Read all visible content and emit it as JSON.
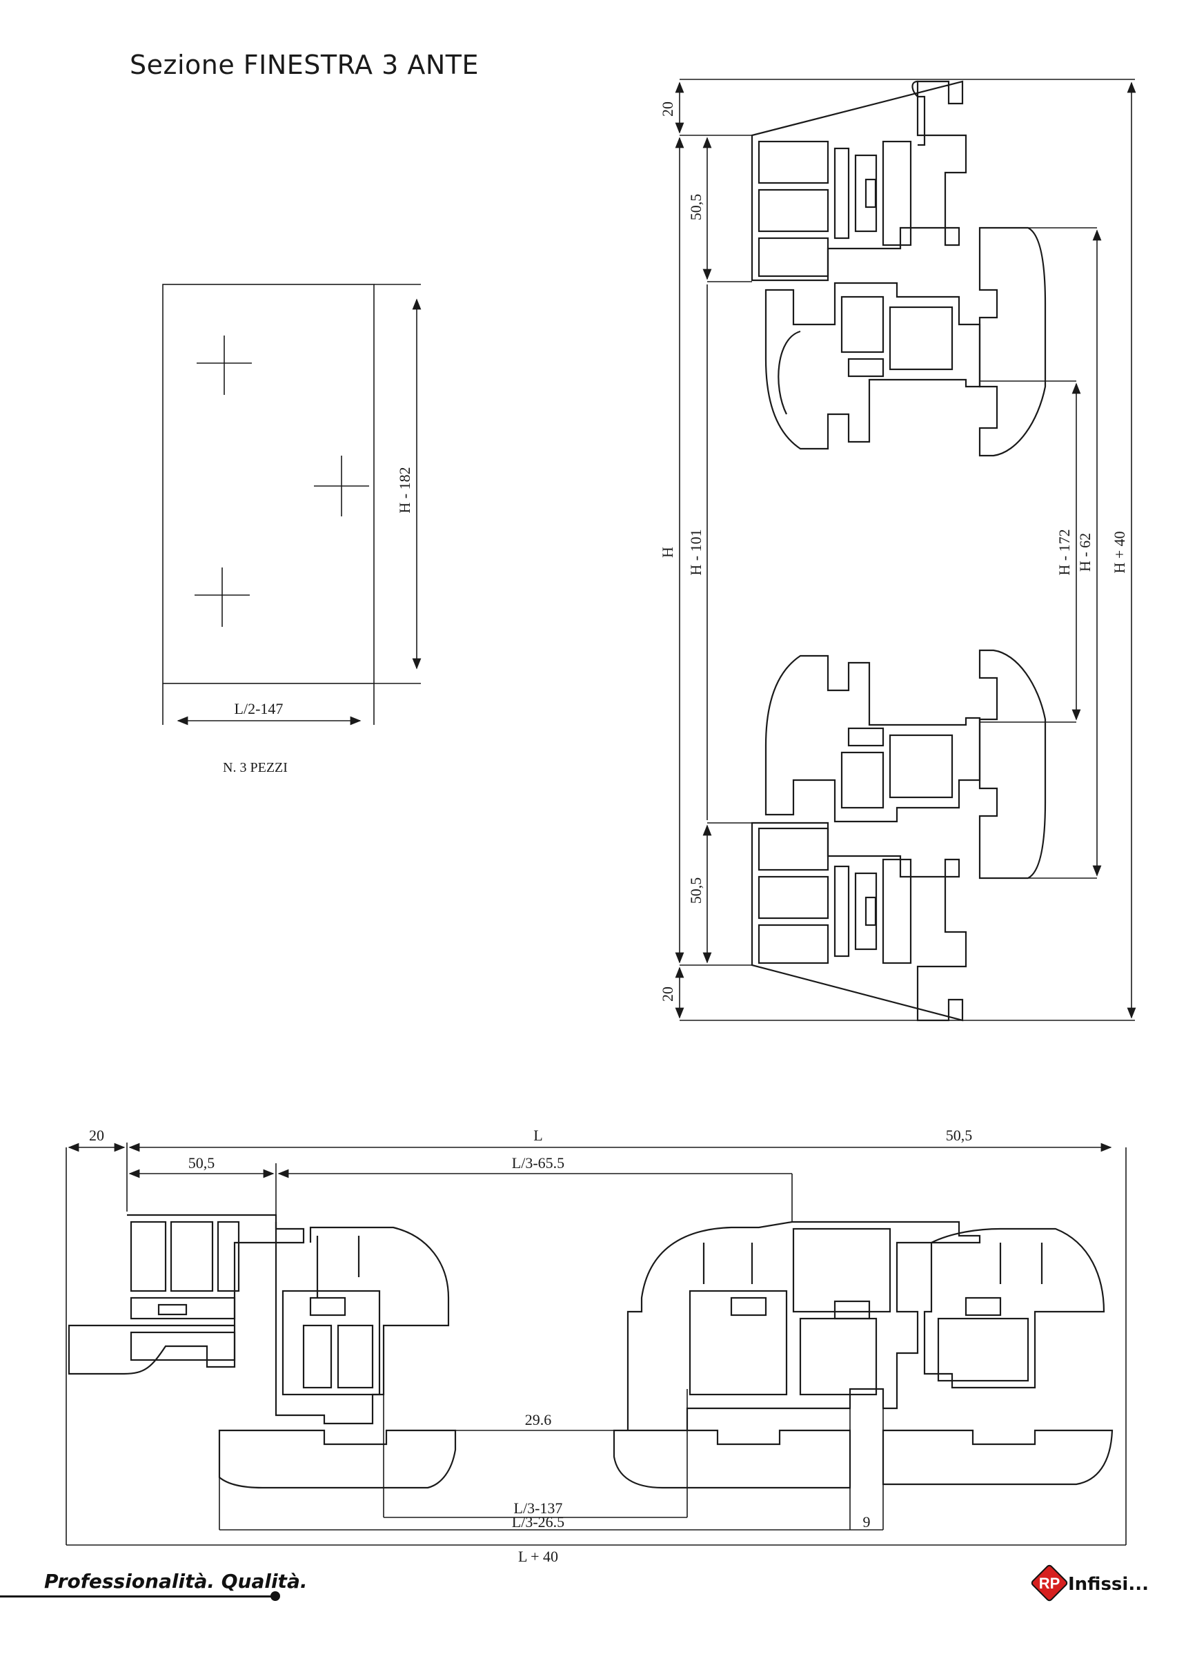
{
  "title": "Sezione FINESTRA 3 ANTE",
  "piece_drawing": {
    "height_dim": "H - 182",
    "width_dim": "L/2-147",
    "note": "N. 3 PEZZI"
  },
  "vertical_section": {
    "dims": {
      "top_20": "20",
      "bottom_20": "20",
      "upper_50_5": "50,5",
      "lower_50_5": "50,5",
      "h": "H",
      "h_minus_101": "H - 101",
      "h_minus_172": "H - 172",
      "h_minus_62": "H - 62",
      "h_plus_40": "H + 40"
    }
  },
  "horizontal_section": {
    "dims": {
      "left_20": "20",
      "l": "L",
      "right_50_5": "50,5",
      "left_50_5": "50,5",
      "l3_65_5": "L/3-65.5",
      "gap_29_6": "29.6",
      "l3_137": "L/3-137",
      "l3_26_5": "L/3-26.5",
      "nine": "9",
      "l_plus_40": "L + 40"
    }
  },
  "footer": {
    "tagline": "Professionalità. Qualità.",
    "logo_letters": "RP",
    "logo_word": "Infissi..."
  },
  "colors": {
    "ink": "#1a1a1a",
    "logo_red": "#d6201f"
  }
}
